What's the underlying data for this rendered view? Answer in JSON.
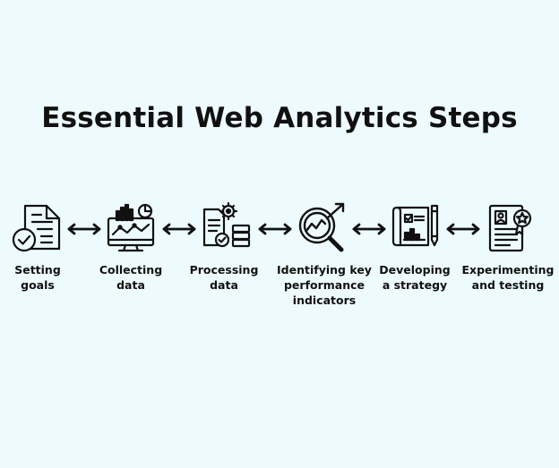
{
  "title": "Essential Web Analytics Steps",
  "steps": [
    {
      "label": "Setting\ngoals",
      "icon": "checklist-document-icon"
    },
    {
      "label": "Collecting\ndata",
      "icon": "analytics-dashboard-icon"
    },
    {
      "label": "Processing\ndata",
      "icon": "document-gear-database-icon"
    },
    {
      "label": "Identifying key\nperformance\nindicators",
      "icon": "magnifier-trend-icon"
    },
    {
      "label": "Developing\na strategy",
      "icon": "blueprint-pencil-icon"
    },
    {
      "label": "Experimenting\nand testing",
      "icon": "report-badge-icon"
    }
  ]
}
